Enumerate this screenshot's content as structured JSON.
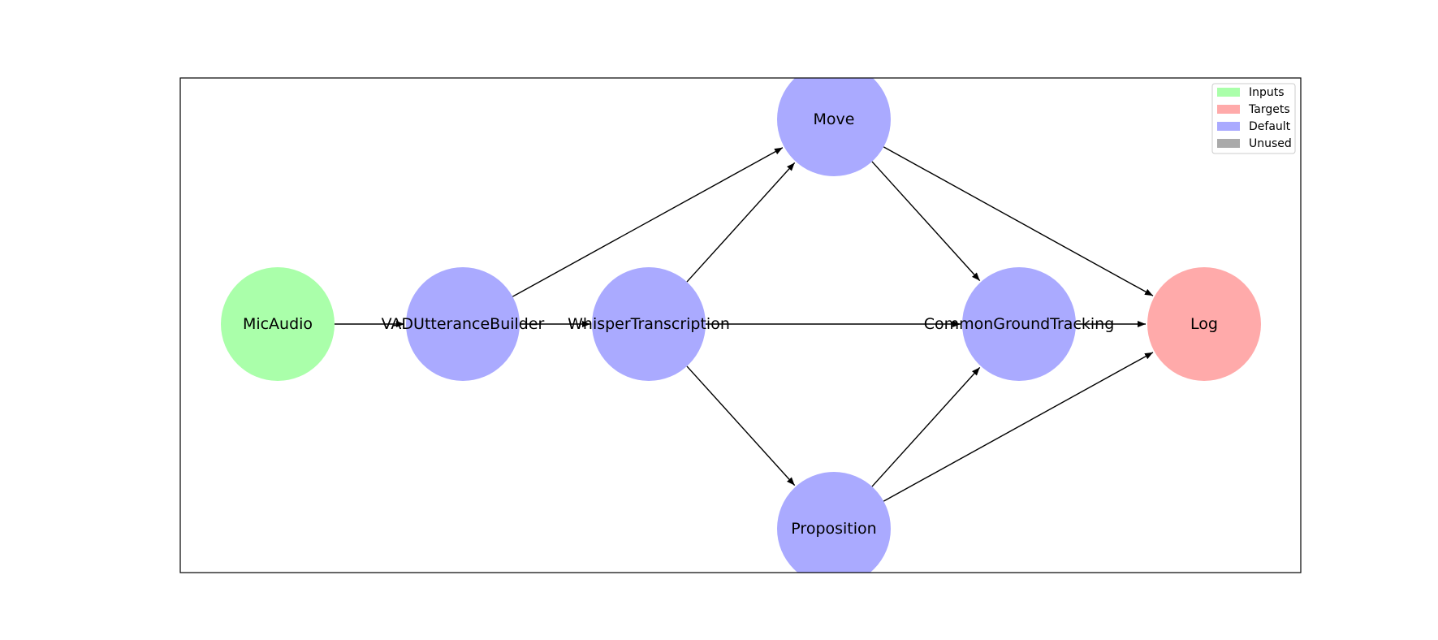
{
  "nodes": [
    {
      "id": "micaudio",
      "label": "MicAudio",
      "category": "input"
    },
    {
      "id": "vad",
      "label": "VADUtteranceBuilder",
      "category": "default"
    },
    {
      "id": "whisper",
      "label": "WhisperTranscription",
      "category": "default"
    },
    {
      "id": "move",
      "label": "Move",
      "category": "default"
    },
    {
      "id": "proposition",
      "label": "Proposition",
      "category": "default"
    },
    {
      "id": "cgt",
      "label": "CommonGroundTracking",
      "category": "default"
    },
    {
      "id": "log",
      "label": "Log",
      "category": "target"
    }
  ],
  "edges": [
    {
      "from": "micaudio",
      "to": "vad"
    },
    {
      "from": "vad",
      "to": "whisper"
    },
    {
      "from": "vad",
      "to": "move"
    },
    {
      "from": "whisper",
      "to": "move"
    },
    {
      "from": "whisper",
      "to": "proposition"
    },
    {
      "from": "whisper",
      "to": "cgt"
    },
    {
      "from": "move",
      "to": "cgt"
    },
    {
      "from": "move",
      "to": "log"
    },
    {
      "from": "proposition",
      "to": "cgt"
    },
    {
      "from": "proposition",
      "to": "log"
    },
    {
      "from": "cgt",
      "to": "log"
    }
  ],
  "legend": {
    "items": [
      {
        "label": "Inputs",
        "color": "#aaffaa"
      },
      {
        "label": "Targets",
        "color": "#ffaaaa"
      },
      {
        "label": "Default",
        "color": "#aaaaff"
      },
      {
        "label": "Unused",
        "color": "#aaaaaa"
      }
    ]
  },
  "colors": {
    "input": "#aaffaa",
    "target": "#ffaaaa",
    "default": "#aaaaff",
    "unused": "#aaaaaa",
    "edge": "#000000",
    "frame": "#000000"
  }
}
